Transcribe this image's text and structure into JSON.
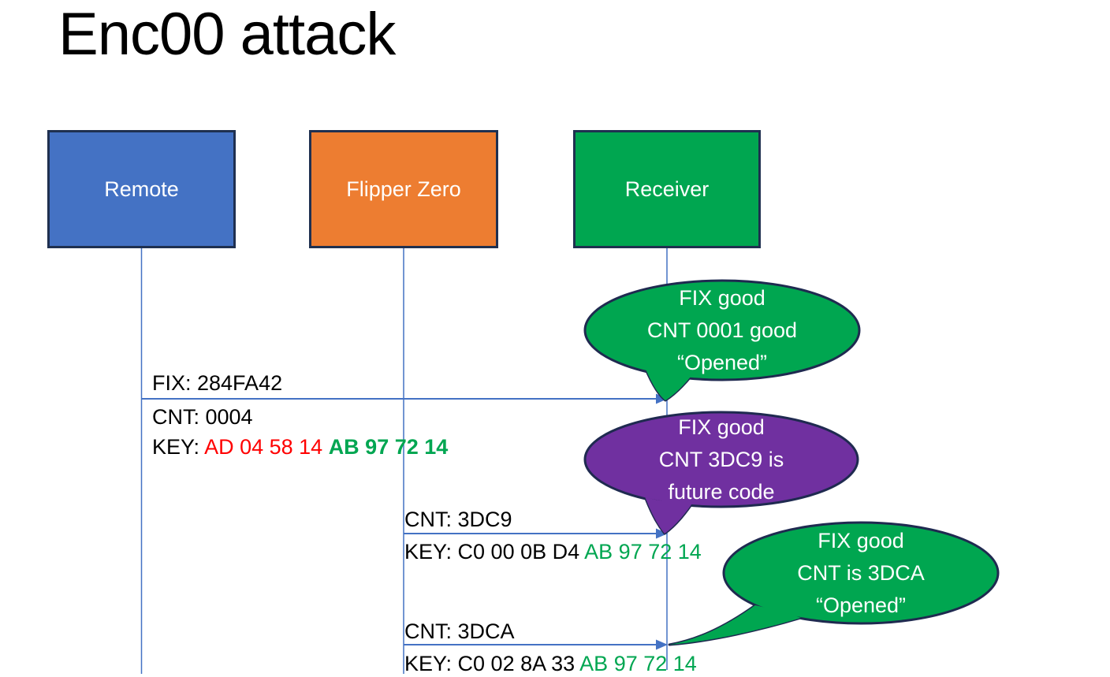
{
  "title": "Enc00 attack",
  "actors": [
    {
      "id": "remote",
      "label": "Remote",
      "fill": "#4472C4"
    },
    {
      "id": "flipper-zero",
      "label": "Flipper Zero",
      "fill": "#ED7D31"
    },
    {
      "id": "receiver",
      "label": "Receiver",
      "fill": "#00A650"
    }
  ],
  "messages": [
    {
      "fix": "FIX: 284FA42",
      "cnt": "CNT: 0004",
      "key_prefix": "KEY: ",
      "key_red": "AD 04 58 14 ",
      "key_green": "AB 97 72 14"
    },
    {
      "cnt": "CNT: 3DC9",
      "key_black": "KEY: C0 00 0B D4 ",
      "key_green": "AB 97 72 14"
    },
    {
      "cnt": "CNT: 3DCA",
      "key_black": "KEY: C0 02 8A 33 ",
      "key_green": "AB 97 72 14"
    }
  ],
  "callouts": [
    {
      "fill": "#00A650",
      "line1": "FIX good",
      "line2": "CNT 0001 good",
      "line3": "“Opened”"
    },
    {
      "fill": "#7030A0",
      "line1": "FIX good",
      "line2": "CNT 3DC9 is",
      "line3": "future code"
    },
    {
      "fill": "#00A650",
      "line1": "FIX good",
      "line2": "CNT is 3DCA",
      "line3": "“Opened”"
    }
  ],
  "colors": {
    "actor_border": "#1F3050",
    "callout_border": "#1F2A50",
    "lifeline_arrow": "#4472C4",
    "key_red": "#FF0000",
    "key_green": "#00A651",
    "purple": "#7030A0",
    "green": "#00A650",
    "orange": "#ED7D31",
    "blue": "#4472C4"
  }
}
